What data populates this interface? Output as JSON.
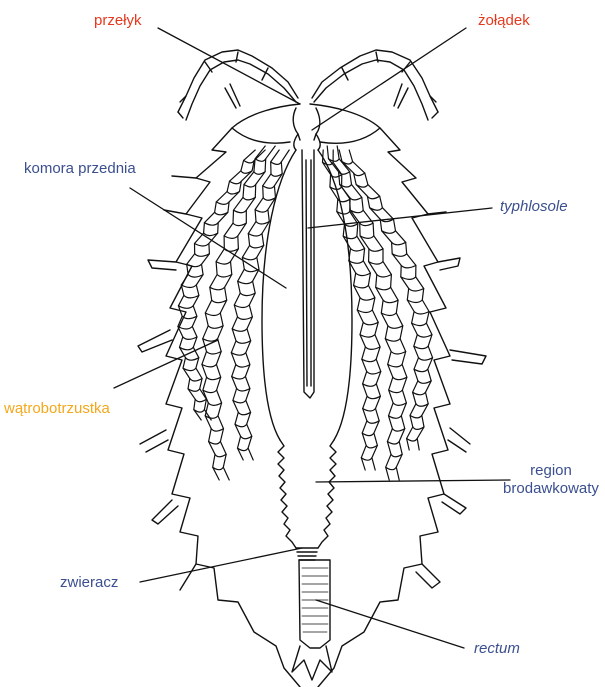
{
  "colors": {
    "red": "#e5391e",
    "blue": "#3b4f8f",
    "yellow": "#f3a81b",
    "ink": "#111111"
  },
  "labels": {
    "przelyk": "przełyk",
    "zoladek": "żołądek",
    "komora": "komora przednia",
    "typhlosole": "typhlosole",
    "watrobotrzustka": "wątrobotrzustka",
    "region_line1": "region",
    "region_line2": "brodawkowaty",
    "zwieracz": "zwieracz",
    "rectum": "rectum"
  }
}
